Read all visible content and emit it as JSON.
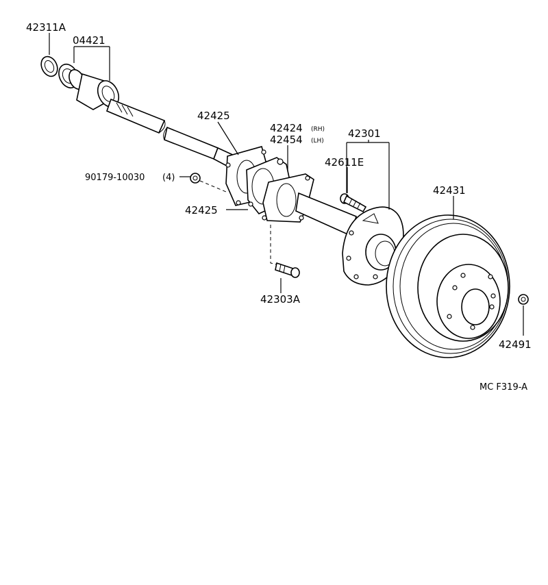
{
  "parts": {
    "p42311a": "42311A",
    "p04421": "04421",
    "p42425_top": "42425",
    "p42424": "42424",
    "p42424_side": "(RH)",
    "p42454": "42454",
    "p42454_side": "(LH)",
    "p42301": "42301",
    "p42611e": "42611E",
    "p90179": "90179-10030",
    "p90179_qty": "(4)",
    "p42425_bottom": "42425",
    "p42431": "42431",
    "p42303a": "42303A",
    "p42491": "42491"
  },
  "figure_code": "MC F319-A"
}
